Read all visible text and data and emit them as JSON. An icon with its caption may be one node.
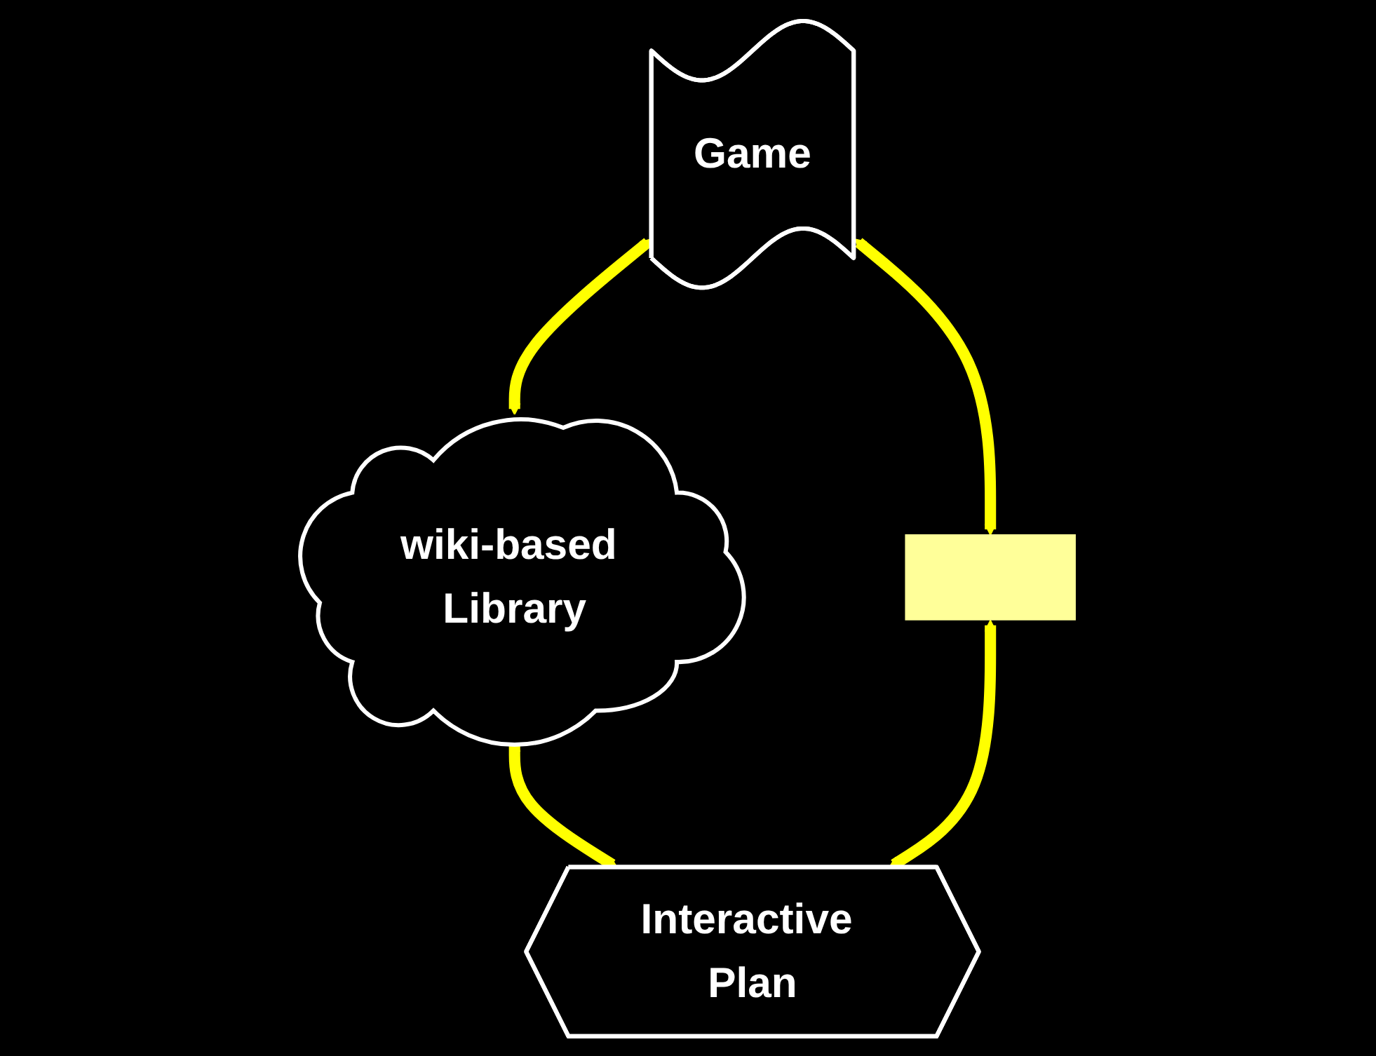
{
  "diagram": {
    "nodes": [
      {
        "text": [
          "Game"
        ]
      },
      {
        "text": [
          "wiki-based Library"
        ]
      },
      {
        "text": [],
        "shape": "box"
      },
      {
        "text": [
          "Interactive Plan"
        ]
      }
    ],
    "edges": [
      {
        "from": 0,
        "to": 1,
        "arrow": "both"
      },
      {
        "from": 0,
        "to": 2,
        "arrow": "both"
      },
      {
        "from": 1,
        "to": 3,
        "arrow": "both"
      },
      {
        "from": 2,
        "to": 3,
        "arrow": "both"
      }
    ]
  }
}
